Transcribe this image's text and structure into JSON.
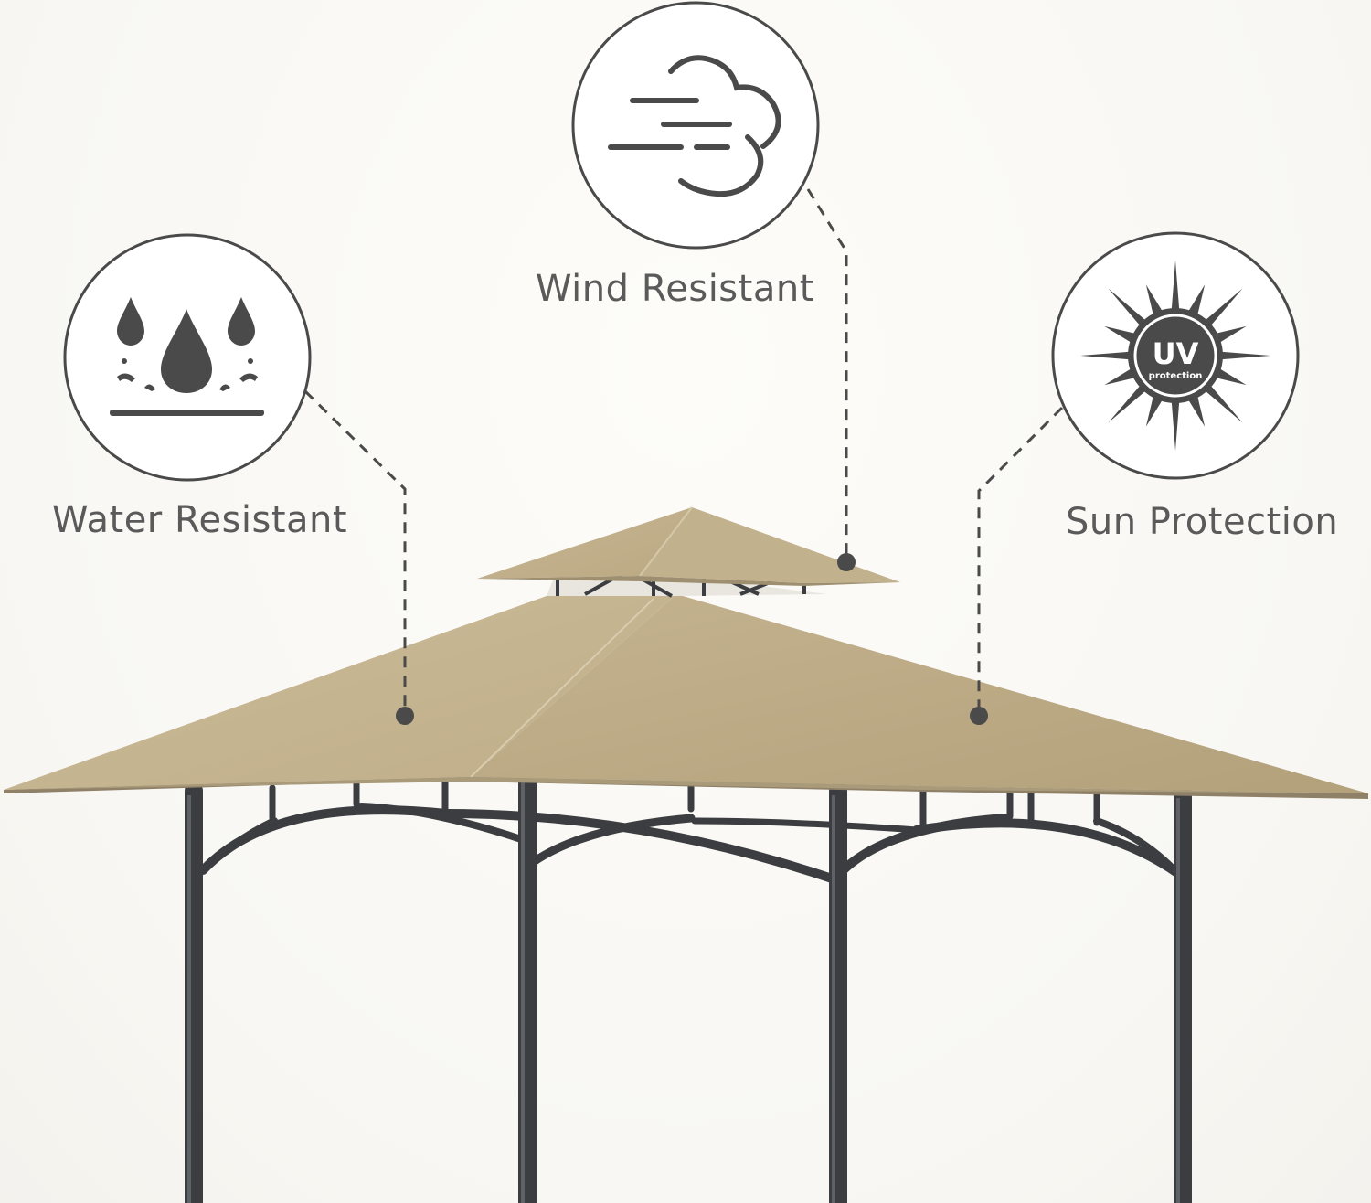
{
  "features": {
    "wind": {
      "label": "Wind Resistant",
      "icon": "wind-cloud-icon"
    },
    "water": {
      "label": "Water Resistant",
      "icon": "water-drops-icon"
    },
    "sun": {
      "label": "Sun Protection",
      "icon": "uv-sun-icon",
      "badge_main": "UV",
      "badge_sub": "protection"
    }
  },
  "colors": {
    "canopy": "#c9b896",
    "canopy_shadow": "#b8a784",
    "frame": "#3b3d40",
    "icon_stroke": "#4a4a4a",
    "label_text": "#5a5a5a"
  }
}
